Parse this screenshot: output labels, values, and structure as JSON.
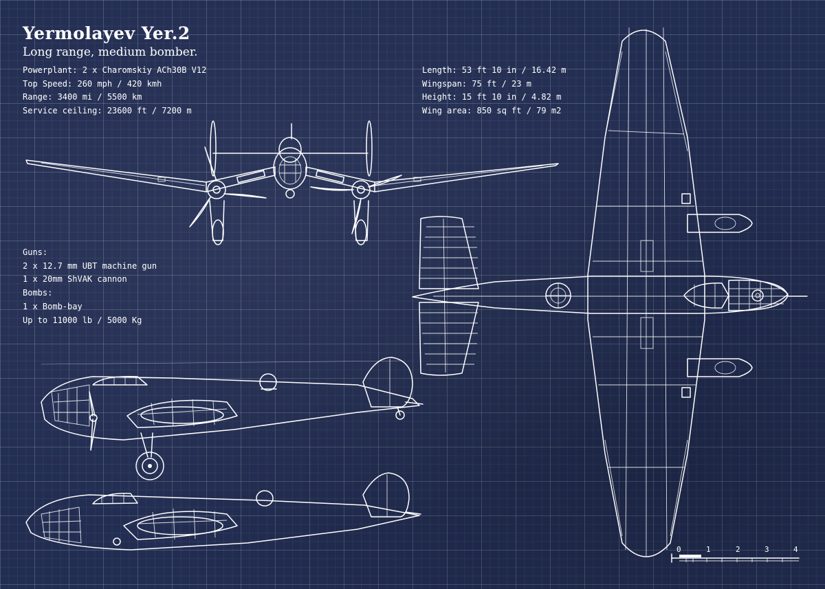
{
  "title": "Yermolayev Yer.2",
  "subtitle": "Long range, medium bomber.",
  "specs_left": [
    "Powerplant:  2 x Charomskiy ACh30B V12",
    "Top Speed: 260 mph / 420 kmh",
    "Range: 3400 mi / 5500 km",
    "Service ceiling: 23600 ft / 7200 m"
  ],
  "specs_right": [
    "Length: 53 ft 10 in / 16.42 m",
    "Wingspan: 75 ft / 23 m",
    "Height: 15 ft 10 in / 4.82 m",
    "Wing area: 850 sq ft / 79 m2"
  ],
  "armament": [
    "Guns:",
    "2 x 12.7 mm UBT machine gun",
    "1 x 20mm ShVAK cannon",
    "Bombs:",
    "1 x Bomb-bay",
    "Up to 11000 lb / 5000 Kg"
  ],
  "scale_bar": {
    "labels": [
      "0",
      "1",
      "2",
      "3",
      "4"
    ]
  },
  "colors": {
    "background": "#222d52",
    "lines": "#ffffff"
  }
}
